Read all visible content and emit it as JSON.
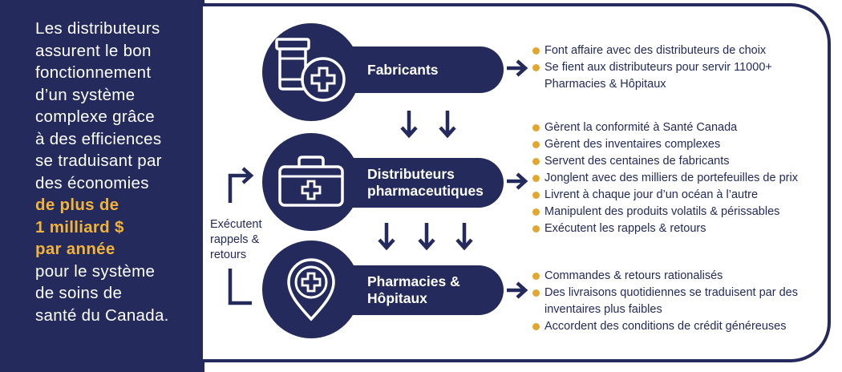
{
  "intro": {
    "line1": "Les distributeurs",
    "line2": "assurent le bon",
    "line3": "fonctionnement",
    "line4": "d’un système",
    "line5": "complexe grâce",
    "line6": "à des efficiences",
    "line7": "se traduisant par",
    "line8": "des économies",
    "highlight1": "de plus de",
    "highlight2": "1 milliard $",
    "highlight3": "par année",
    "line9": "pour le système",
    "line10": "de soins de",
    "line11": "santé du Canada."
  },
  "colors": {
    "navy": "#242a5c",
    "gold": "#e3a72f",
    "highlight": "#f2b33a"
  },
  "nodes": [
    {
      "icon": "pill-bottle-icon",
      "title_line1": "Fabricants",
      "title_line2": "",
      "bullets": [
        "Font affaire avec des distributeurs de choix",
        "Se fient aux distributeurs pour servir 11000+ Pharmacies & Hôpitaux"
      ]
    },
    {
      "icon": "first-aid-kit-icon",
      "title_line1": "Distributeurs",
      "title_line2": "pharmaceutiques",
      "bullets": [
        "Gèrent la conformité à  Santé Canada",
        "Gèrent des inventaires complexes",
        "Servent des centaines de fabricants",
        "Jonglent avec des milliers de portefeuilles de prix",
        "Livrent à chaque jour d’un océan à l’autre",
        "Manipulent des produits volatils & périssables",
        "Exécutent les rappels & retours"
      ]
    },
    {
      "icon": "medical-location-pin-icon",
      "title_line1": "Pharmacies &",
      "title_line2": "Hôpitaux",
      "bullets": [
        "Commandes & retours rationalisés",
        "Des livraisons quotidiennes se traduisent par des inventaires plus faibles",
        "Accordent des conditions de crédit généreuses"
      ]
    }
  ],
  "side_label": {
    "line1": "Exécutent",
    "line2": "rappels &",
    "line3": "retours"
  }
}
